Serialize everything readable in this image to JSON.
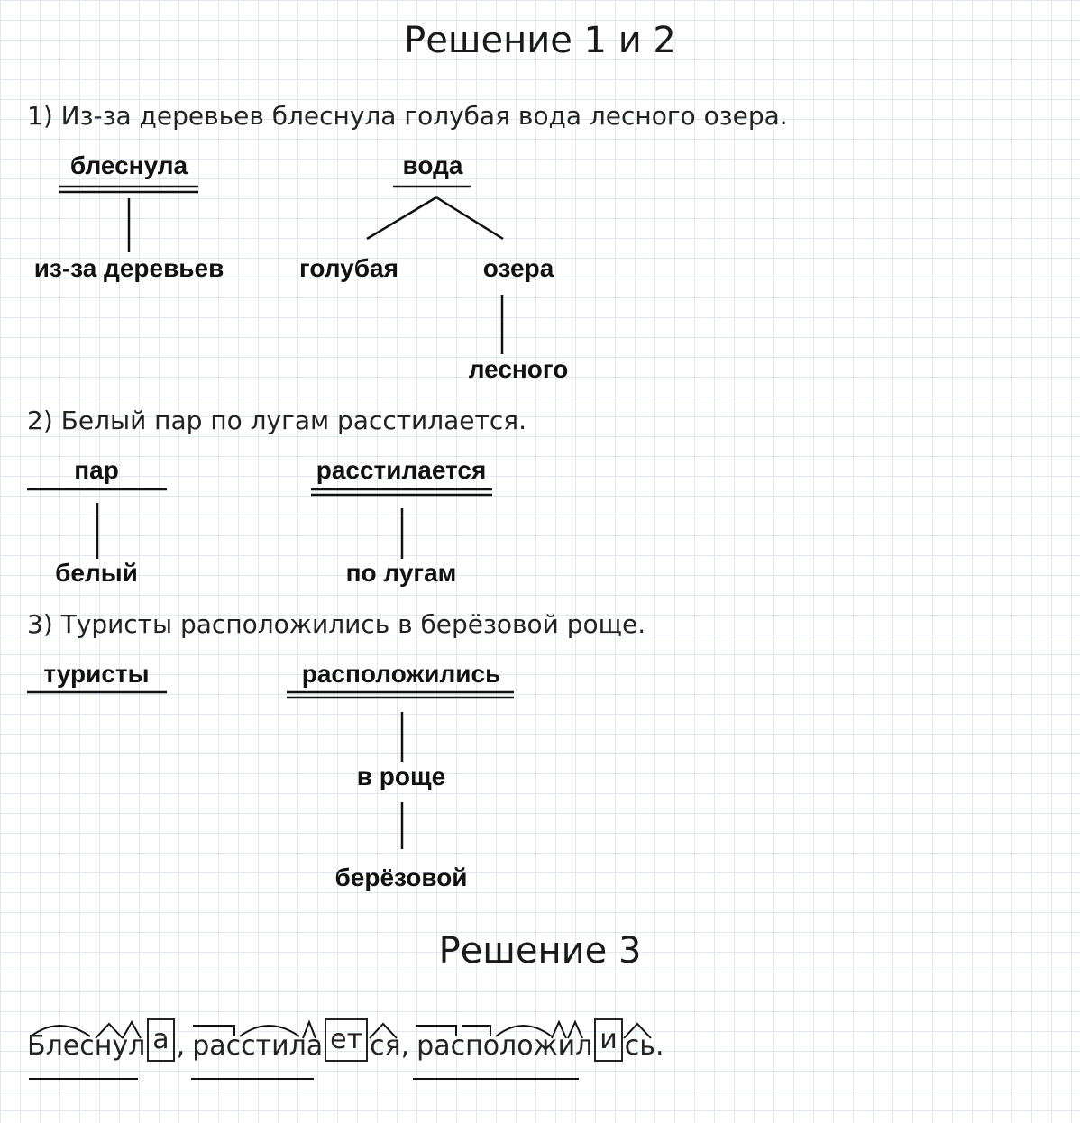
{
  "headings": {
    "solution12": "Решение 1 и 2",
    "solution3": "Решение 3"
  },
  "s1": {
    "sentence": "1) Из-за деревьев блеснула голубая вода лесного озера.",
    "predicate": "блеснула",
    "pred_dep": "из-за деревьев",
    "subject": "вода",
    "subj_dep1": "голубая",
    "subj_dep2": "озера",
    "subj_dep2_dep": "лесного"
  },
  "s2": {
    "sentence": "2) Белый пар по лугам расстилается.",
    "subject": "пар",
    "subj_dep": "белый",
    "predicate": "расстилается",
    "pred_dep": "по лугам"
  },
  "s3": {
    "sentence": "3) Туристы расположились в берёзовой роще.",
    "subject": "туристы",
    "predicate": "расположились",
    "pred_dep": "в роще",
    "pred_dep_dep": "берёзовой"
  },
  "morphemes": {
    "w1_stem": "Блеснул",
    "w1_end": "а",
    "sep1": ",",
    "w2_stem": "расстила",
    "w2_end": "ет",
    "w2_suffix": "ся,",
    "w3_stem": "расположил",
    "w3_end": "и",
    "w3_suffix": "сь."
  }
}
